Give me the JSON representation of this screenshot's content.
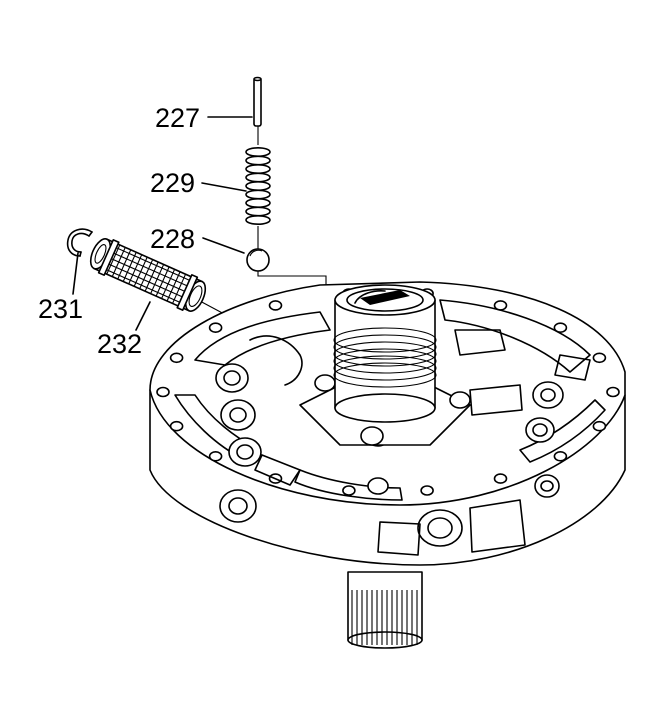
{
  "labels": [
    {
      "id": "227",
      "text": "227"
    },
    {
      "id": "229",
      "text": "229"
    },
    {
      "id": "228",
      "text": "228"
    },
    {
      "id": "231",
      "text": "231"
    },
    {
      "id": "232",
      "text": "232"
    }
  ],
  "colors": {
    "ink": "#000000",
    "paper": "#ffffff"
  }
}
